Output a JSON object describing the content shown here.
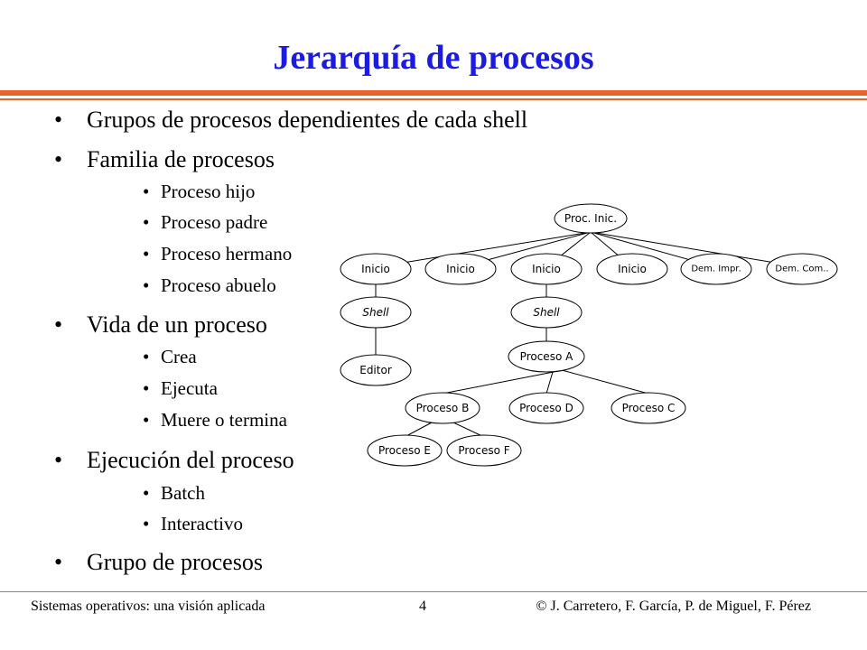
{
  "slide": {
    "title": "Jerarquía de procesos",
    "bullets": [
      {
        "text": "Grupos de procesos dependientes de cada shell",
        "sub": []
      },
      {
        "text": "Familia de procesos",
        "sub": [
          "Proceso hijo",
          "Proceso padre",
          "Proceso hermano",
          "Proceso abuelo"
        ]
      },
      {
        "text": "Vida de un proceso",
        "sub": [
          "Crea",
          "Ejecuta",
          "Muere o termina"
        ]
      },
      {
        "text": "Ejecución del proceso",
        "sub": [
          "Batch",
          "Interactivo"
        ]
      },
      {
        "text": "Grupo de procesos",
        "sub": []
      }
    ],
    "bullet_char": "•"
  },
  "diagram": {
    "nodes": {
      "root": "Proc. Inic.",
      "inicio1": "Inicio",
      "inicio2": "Inicio",
      "inicio3": "Inicio",
      "inicio4": "Inicio",
      "dem_impr": "Dem. Impr.",
      "dem_com": "Dem. Com..",
      "shell1": "Shell",
      "shell2": "Shell",
      "editor": "Editor",
      "proc_a": "Proceso A",
      "proc_b": "Proceso B",
      "proc_d": "Proceso D",
      "proc_c": "Proceso C",
      "proc_e": "Proceso E",
      "proc_f": "Proceso F"
    }
  },
  "footer": {
    "left": "Sistemas operativos: una visión aplicada",
    "page": "4",
    "right": "© J. Carretero, F. García, P. de Miguel, F. Pérez"
  },
  "colors": {
    "title": "#1c1ce0",
    "rule": "#e8622a"
  }
}
